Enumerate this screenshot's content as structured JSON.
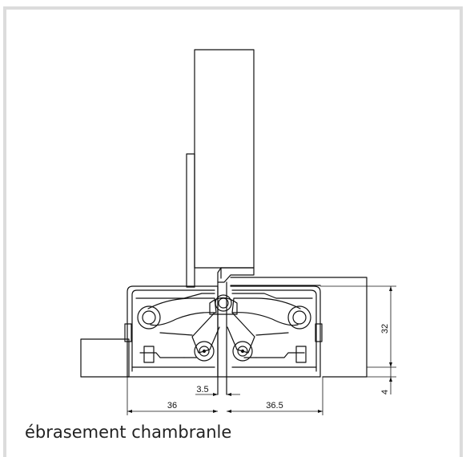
{
  "caption": "ébrasement chambranle",
  "dimensions": {
    "left_reveal": "36",
    "gap": "3.5",
    "right_reveal": "36.5",
    "height": "32",
    "offset": "4"
  },
  "colors": {
    "line": "#111111",
    "frame_border": "#dcdcdc",
    "background": "#ffffff"
  }
}
